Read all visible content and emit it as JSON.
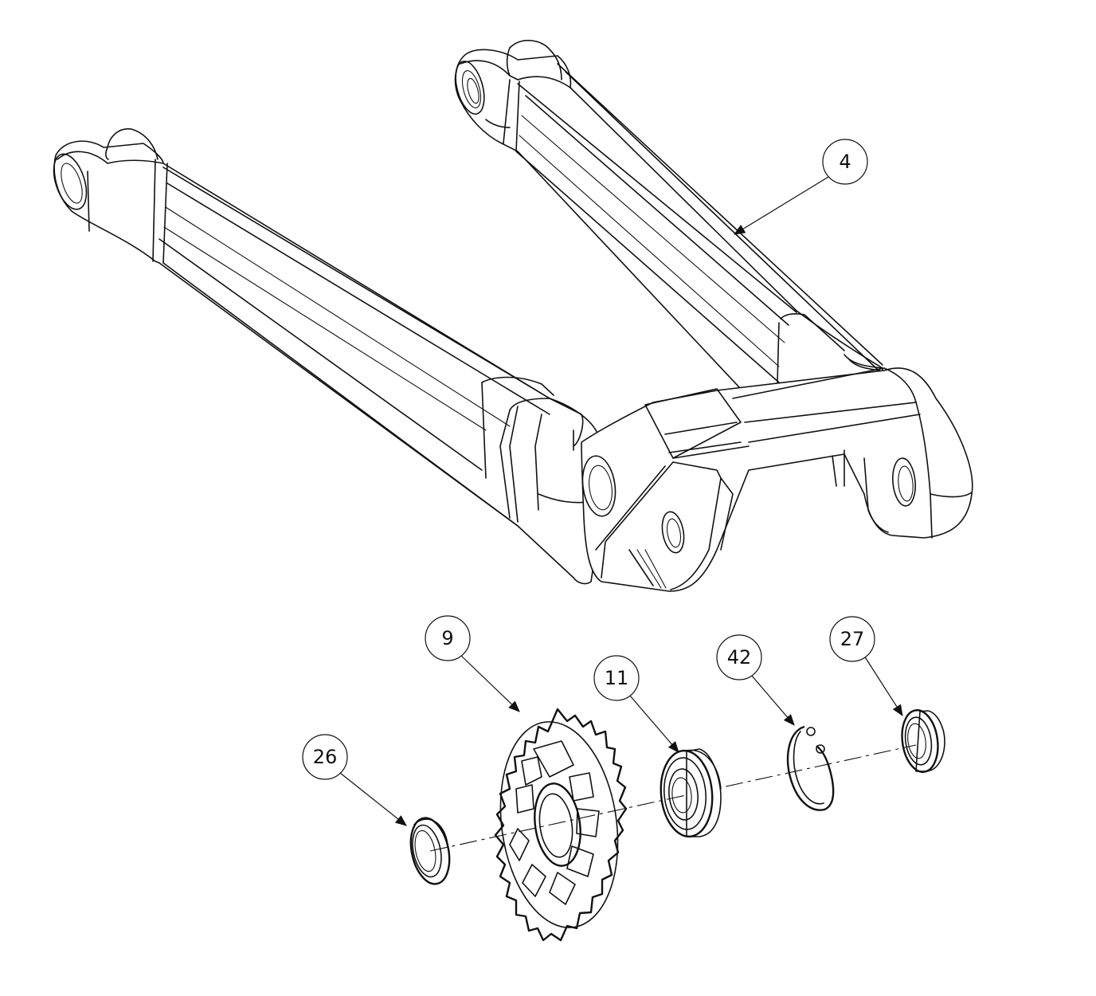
{
  "callouts": [
    {
      "id": "4",
      "label": "4"
    },
    {
      "id": "9",
      "label": "9"
    },
    {
      "id": "11",
      "label": "11"
    },
    {
      "id": "42",
      "label": "42"
    },
    {
      "id": "27",
      "label": "27"
    },
    {
      "id": "26",
      "label": "26"
    }
  ],
  "colors": {
    "line": "#111111",
    "background": "#ffffff"
  }
}
